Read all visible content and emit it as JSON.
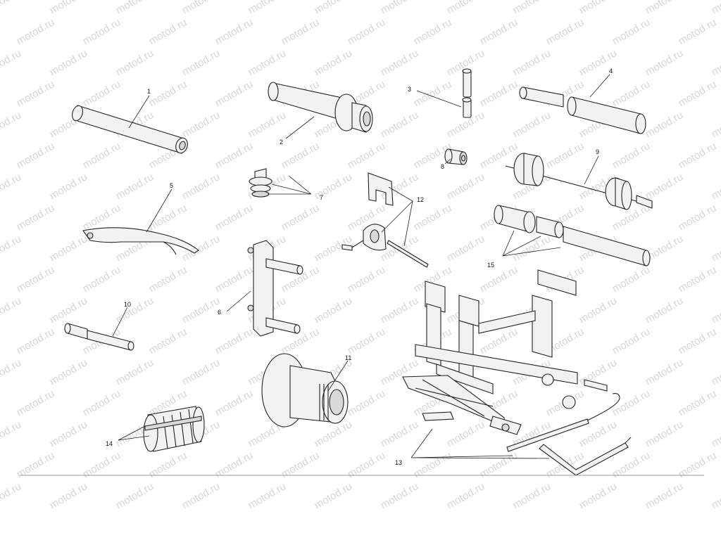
{
  "watermark": {
    "text": "motod.ru",
    "color": "#d6d6d6"
  },
  "callouts": [
    {
      "id": "1",
      "label": "1"
    },
    {
      "id": "2",
      "label": "2"
    },
    {
      "id": "3",
      "label": "3"
    },
    {
      "id": "4",
      "label": "4"
    },
    {
      "id": "5",
      "label": "5"
    },
    {
      "id": "6",
      "label": "6"
    },
    {
      "id": "7",
      "label": "7"
    },
    {
      "id": "8",
      "label": "8"
    },
    {
      "id": "9",
      "label": "9"
    },
    {
      "id": "10",
      "label": "10"
    },
    {
      "id": "11",
      "label": "11"
    },
    {
      "id": "12",
      "label": "12"
    },
    {
      "id": "13",
      "label": "13"
    },
    {
      "id": "14",
      "label": "14"
    },
    {
      "id": "15",
      "label": "15"
    }
  ],
  "colors": {
    "line": "#222222",
    "fill": "#f2f2f2",
    "shade": "#d9d9d9",
    "baseline": "#9a9a9a"
  }
}
